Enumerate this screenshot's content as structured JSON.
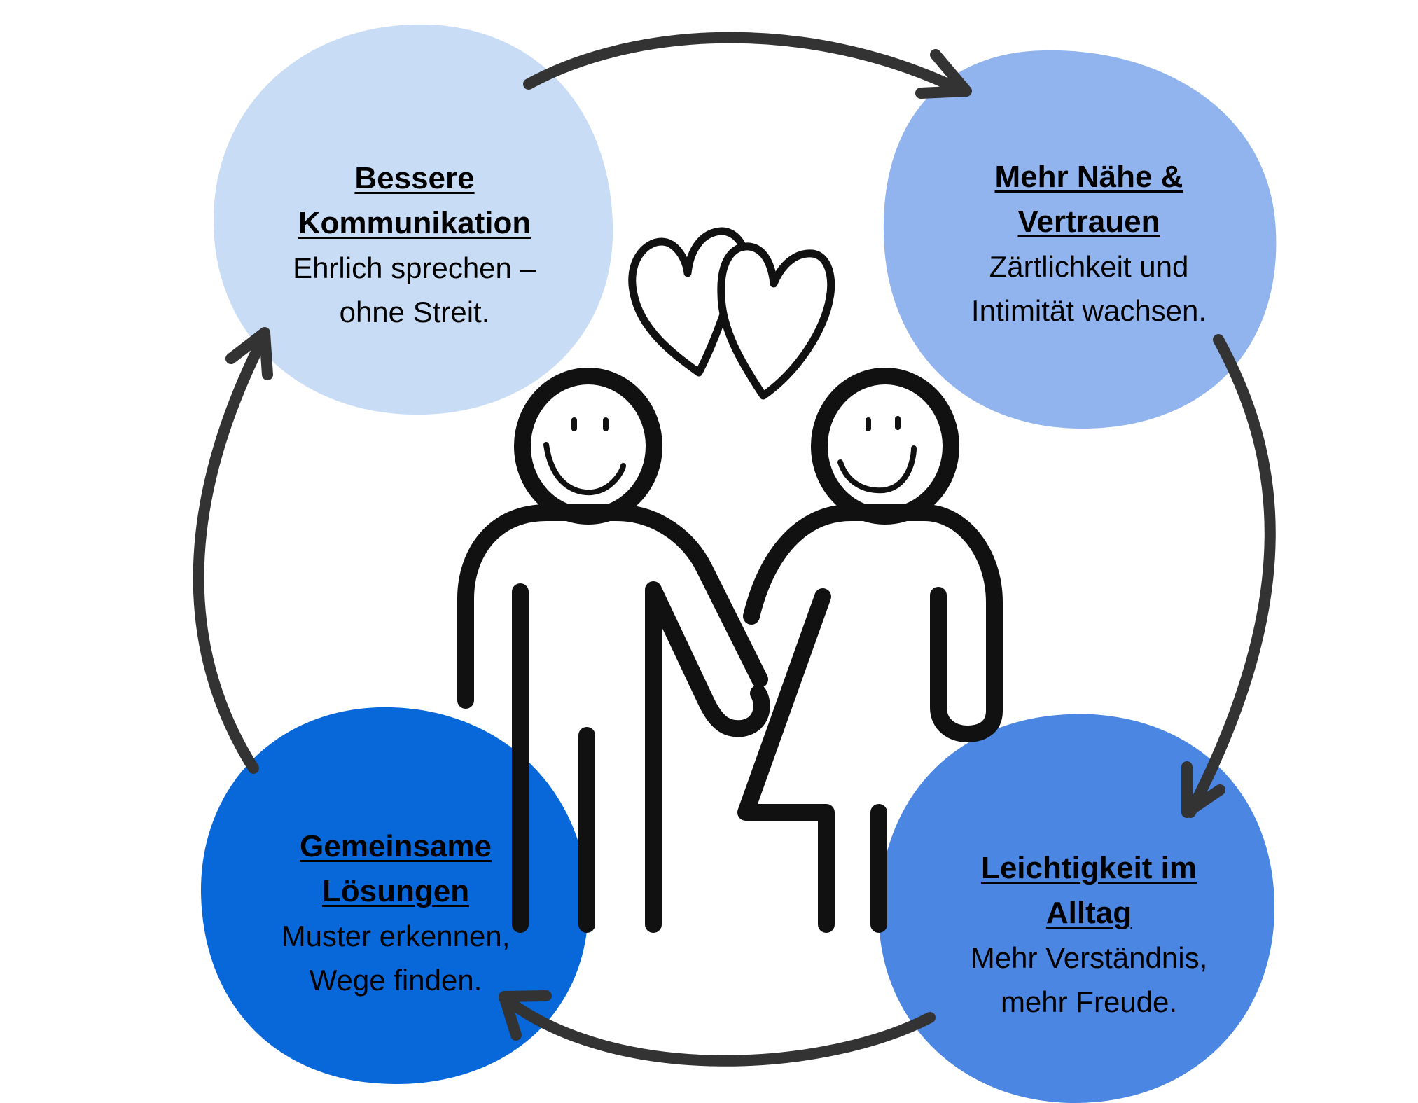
{
  "colors": {
    "background": "#ffffff",
    "circle_top_left": "#c9dcf6",
    "circle_top_right": "#91b4ee",
    "circle_bottom_right": "#4a86e2",
    "circle_bottom_left": "#0868da",
    "arrow": "#333333",
    "figure": "#111111"
  },
  "icons": [
    "couple-figures-icon",
    "hearts-icon",
    "cycle-arrow-icon"
  ],
  "steps": [
    {
      "title": "Bessere Kommunikation",
      "title_lines": [
        "Bessere",
        "Kommunikation"
      ],
      "body_lines": [
        "Ehrlich sprechen –",
        "ohne Streit."
      ]
    },
    {
      "title": "Mehr Nähe & Vertrauen",
      "title_lines": [
        "Mehr Nähe &",
        "Vertrauen"
      ],
      "body_lines": [
        "Zärtlichkeit und",
        "Intimität wachsen."
      ]
    },
    {
      "title": "Leichtigkeit im Alltag",
      "title_lines": [
        "Leichtigkeit im",
        "Alltag"
      ],
      "body_lines": [
        "Mehr Verständnis,",
        "mehr Freude."
      ]
    },
    {
      "title": "Gemeinsame Lösungen",
      "title_lines": [
        "Gemeinsame",
        "Lösungen"
      ],
      "body_lines": [
        "Muster erkennen,",
        "Wege finden."
      ]
    }
  ]
}
